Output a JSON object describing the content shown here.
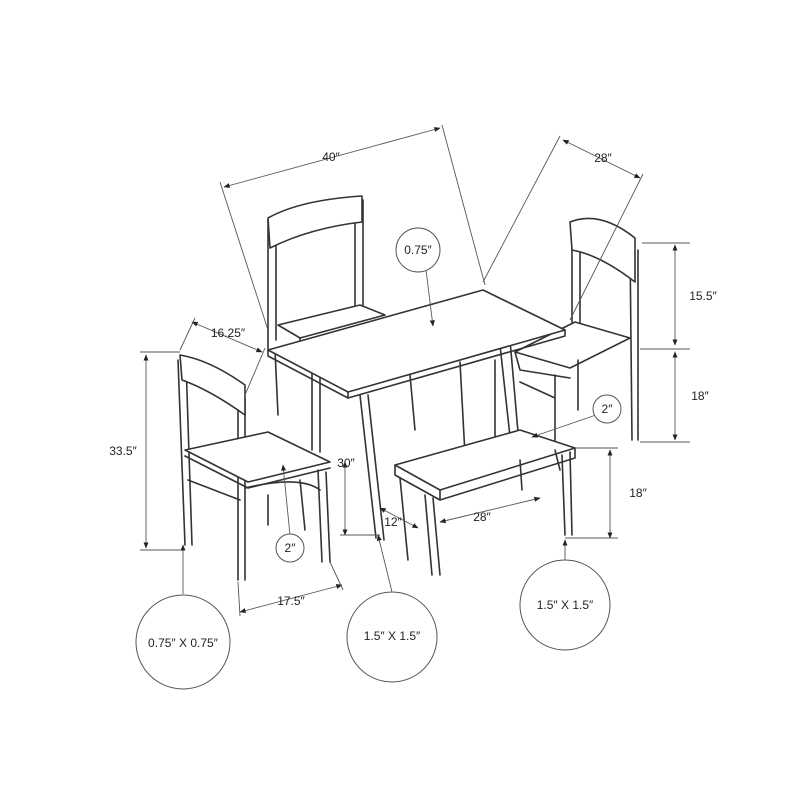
{
  "labels": {
    "table_length": "40″",
    "table_width": "28″",
    "table_top_thickness": "0.75″",
    "chair_back_height": "15.5″",
    "chair_seat_height_right": "18″",
    "chair_seat_depth": "16.25″",
    "chair_total_height": "33.5″",
    "table_height": "30″",
    "bench_thickness": "2″",
    "bench_height": "18″",
    "bench_depth": "12″",
    "bench_length": "28″",
    "chair_seat_thickness": "2″",
    "chair_seat_width": "17.5″",
    "chair_leg_size": "0.75″ X 0.75″",
    "table_leg_size": "1.5″ X 1.5″",
    "bench_leg_size": "1.5″ X 1.5″"
  }
}
